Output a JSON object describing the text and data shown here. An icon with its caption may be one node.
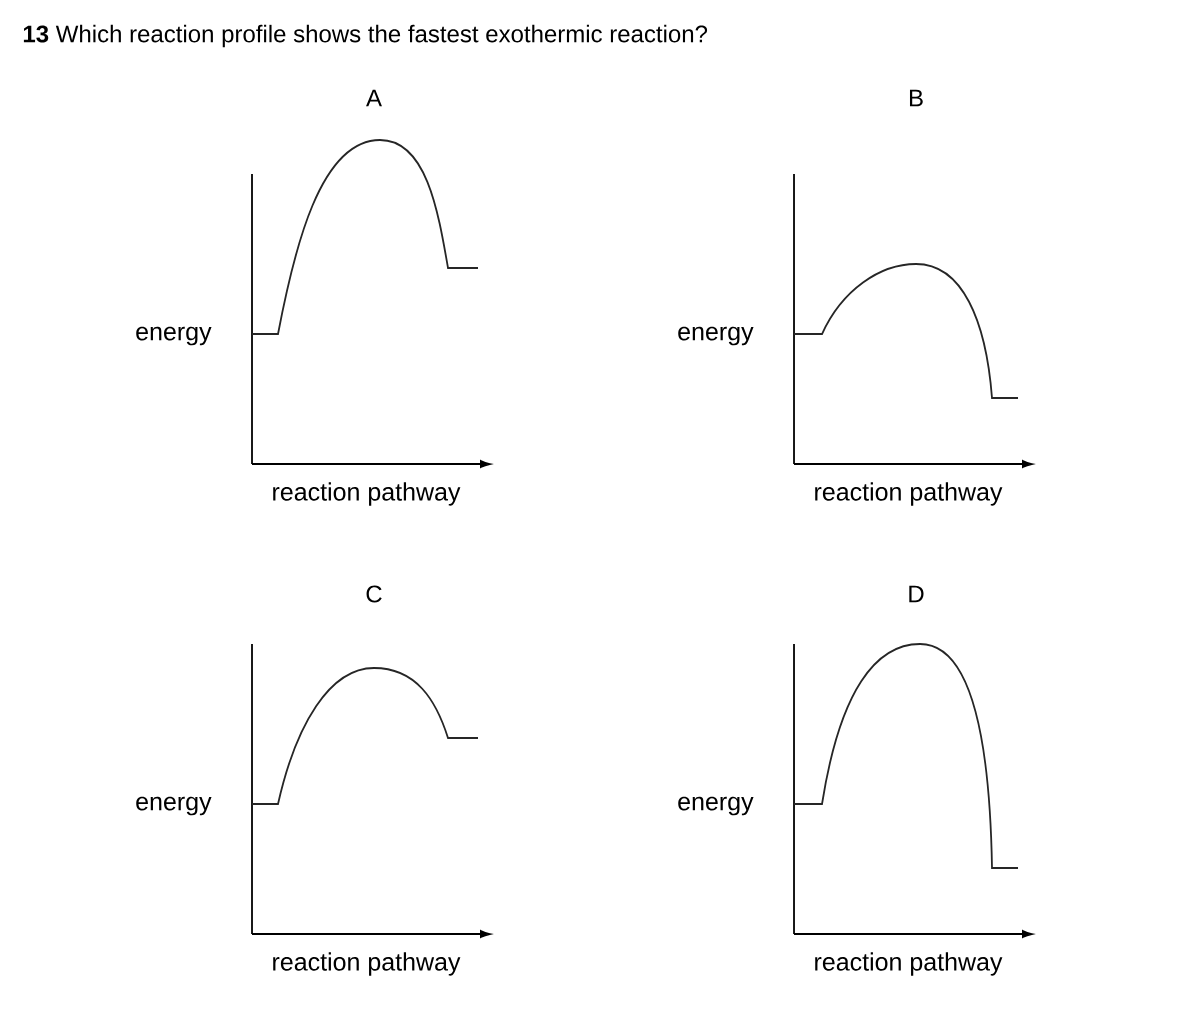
{
  "diagram": {
    "title": "**13** Which reaction profile shows the fastest exothermic reaction?",
    "labels": [
      "A",
      "energy",
      "reaction pathway",
      "B",
      "energy",
      "reaction pathway",
      "C",
      "energy",
      "reaction pathway",
      "D",
      "energy",
      "reaction pathway"
    ]
  }
}
